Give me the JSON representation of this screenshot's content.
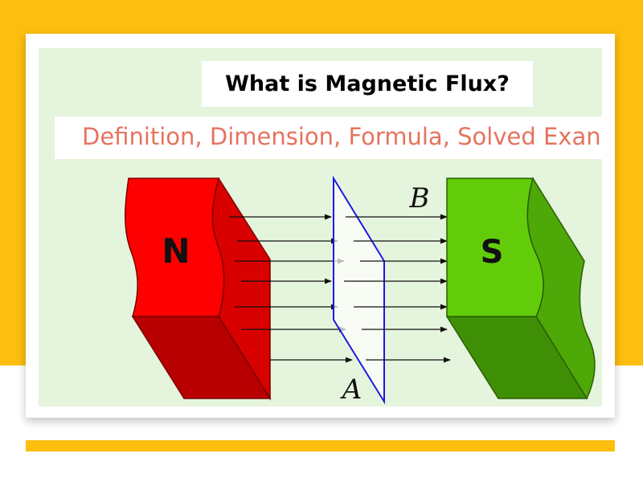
{
  "title": "What is Magnetic Flux?",
  "subtitle": "Definition, Dimension, Formula, Solved Exan",
  "diagram": {
    "north_label": "N",
    "south_label": "S",
    "field_label": "B",
    "area_label": "A"
  },
  "colors": {
    "accent_yellow": "#fdbe10",
    "panel_green": "#e5f4dc",
    "subtitle_text": "#e5735e",
    "north_front": "#ff0000",
    "north_dark": "#b80000",
    "north_side": "#d90000",
    "south_front": "#62cc0a",
    "south_dark": "#3f8f06",
    "south_side": "#4ea808",
    "plane_outline": "#1a1ae6"
  }
}
